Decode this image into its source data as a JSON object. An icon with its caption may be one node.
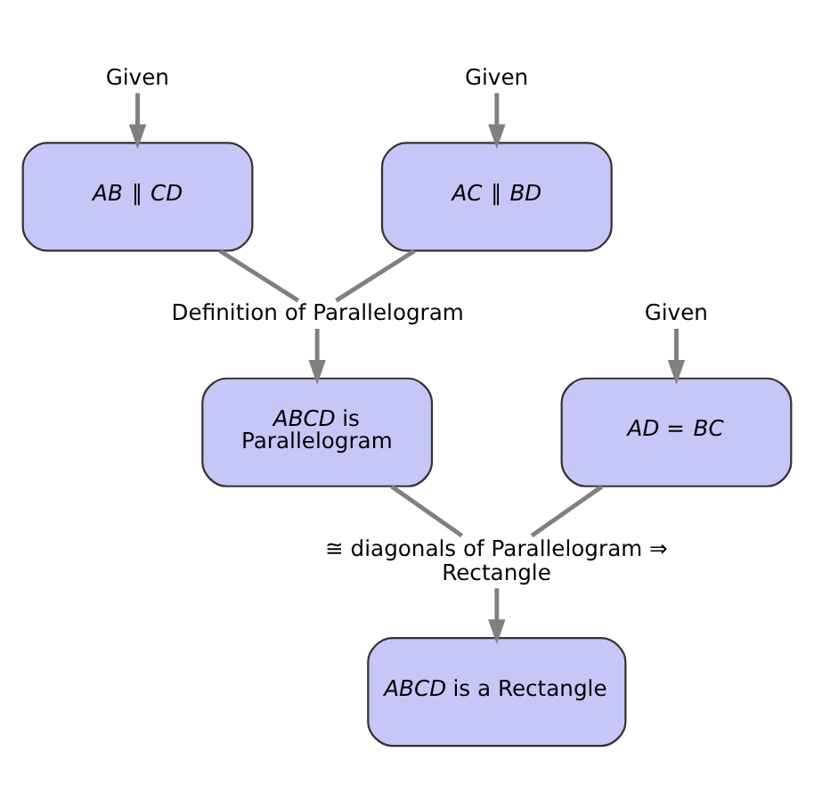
{
  "diagram": {
    "nodes": [
      {
        "text": [
          "Given"
        ]
      },
      {
        "text": [
          "*AB* ∥ *CD*"
        ]
      },
      {
        "text": [
          "Given"
        ]
      },
      {
        "text": [
          "*AC* ∥ *BD*"
        ]
      },
      {
        "text": [
          "Definition of Parallelogram"
        ]
      },
      {
        "text": [
          "Given"
        ]
      },
      {
        "text": [
          "*AD* = *BC*"
        ]
      },
      {
        "text": [
          "*ABCD* is Parallelogram"
        ]
      },
      {
        "text": [
          "≅ diagonals of Parallelogram ⇒ Rectangle"
        ]
      },
      {
        "text": [
          "*ABCD* is a Rectangle"
        ]
      }
    ],
    "edges": [
      {
        "from": 0,
        "to": 1,
        "arrow": "to"
      },
      {
        "from": 2,
        "to": 3,
        "arrow": "to"
      },
      {
        "from": 1,
        "to": 4,
        "arrow": "none"
      },
      {
        "from": 3,
        "to": 4,
        "arrow": "none"
      },
      {
        "from": 4,
        "to": 7,
        "arrow": "to"
      },
      {
        "from": 5,
        "to": 6,
        "arrow": "to"
      },
      {
        "from": 6,
        "to": 8,
        "arrow": "none"
      },
      {
        "from": 7,
        "to": 8,
        "arrow": "none"
      },
      {
        "from": 8,
        "to": 9,
        "arrow": "to"
      }
    ]
  }
}
